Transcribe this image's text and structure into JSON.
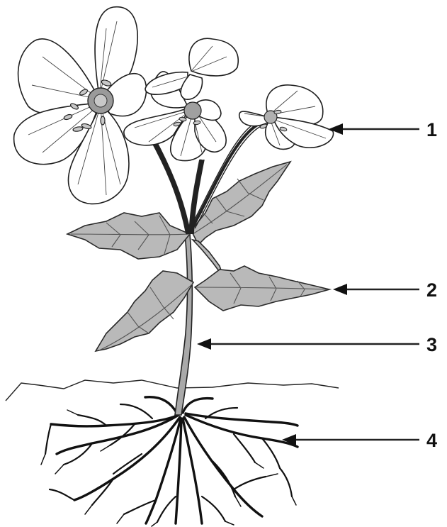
{
  "diagram": {
    "callouts": [
      {
        "id": "1",
        "label": "1",
        "part": "flower"
      },
      {
        "id": "2",
        "label": "2",
        "part": "leaf"
      },
      {
        "id": "3",
        "label": "3",
        "part": "stem"
      },
      {
        "id": "4",
        "label": "4",
        "part": "roots"
      }
    ]
  }
}
